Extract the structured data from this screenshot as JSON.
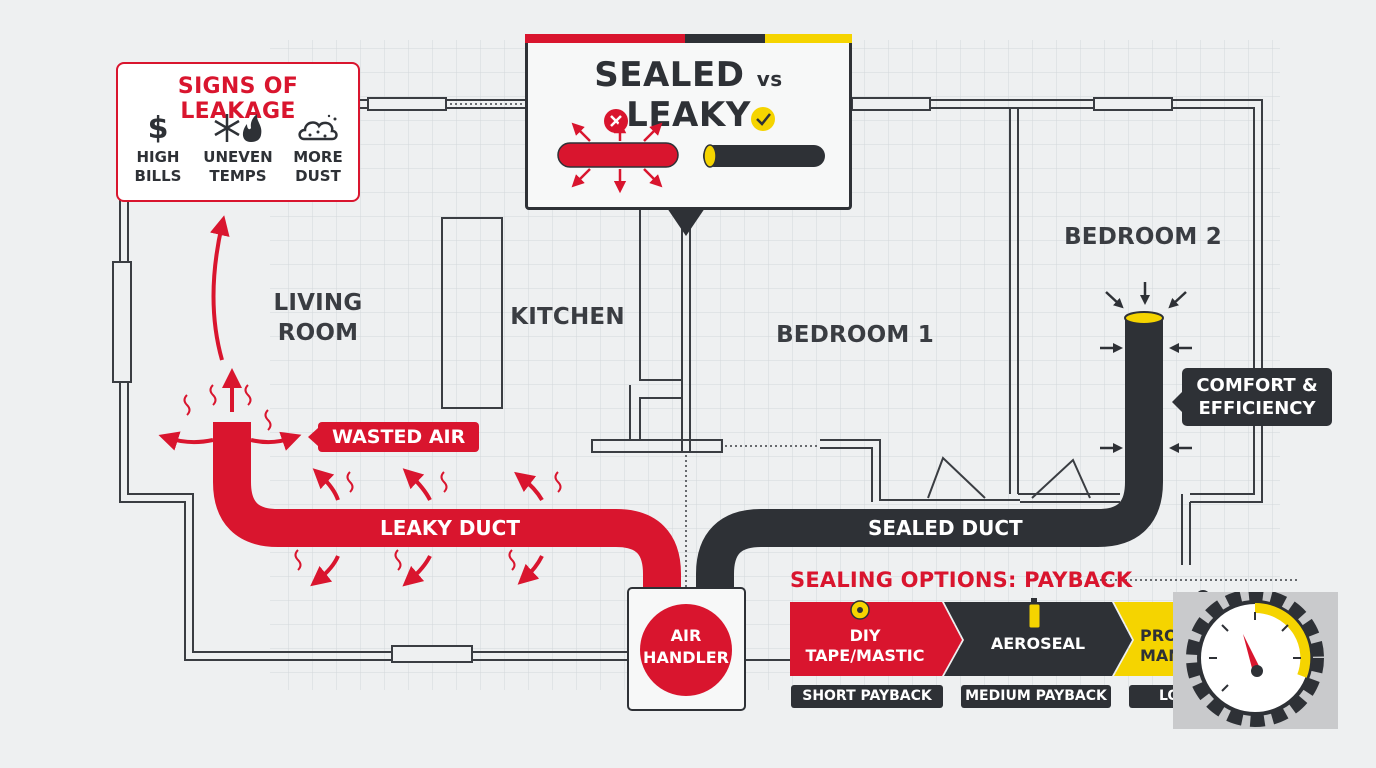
{
  "signs": {
    "title": "SIGNS OF LEAKAGE",
    "items": [
      {
        "icon": "dollar-icon",
        "symbol": "$",
        "label": "HIGH\nBILLS"
      },
      {
        "icon": "snowflake-flame-icon",
        "symbol": "",
        "label": "UNEVEN\nTEMPS"
      },
      {
        "icon": "dust-cloud-icon",
        "symbol": "",
        "label": "MORE\nDUST"
      }
    ]
  },
  "comparison": {
    "title_left": "SEALED",
    "title_vs": "vs",
    "title_right": "LEAKY"
  },
  "rooms": {
    "living_line1": "LIVING",
    "living_line2": "ROOM",
    "kitchen": "KITCHEN",
    "bedroom1": "BEDROOM 1",
    "bedroom2": "BEDROOM 2"
  },
  "labels": {
    "wasted_air": "WASTED AIR",
    "leaky_duct": "LEAKY DUCT",
    "sealed_duct": "SEALED DUCT",
    "comfort_line1": "COMFORT &",
    "comfort_line2": "EFFICIENCY",
    "air_handler_line1": "AIR",
    "air_handler_line2": "HANDLER"
  },
  "sealing": {
    "title": "SEALING OPTIONS: PAYBACK",
    "options": [
      {
        "line1": "DIY",
        "line2": "TAPE/MASTIC",
        "payback": "SHORT PAYBACK",
        "icon": "tape-icon"
      },
      {
        "line1": "AEROSEAL",
        "line2": "",
        "payback": "MEDIUM PAYBACK",
        "icon": "spray-can-icon"
      },
      {
        "line1": "PROF",
        "line2": "MANU",
        "payback": "LONG",
        "icon": "worker-icon"
      }
    ]
  },
  "colors": {
    "red": "#d9152e",
    "dark": "#2e3136",
    "yellow": "#f5d400",
    "wall": "#3a3d42",
    "background": "#eef0f1"
  }
}
